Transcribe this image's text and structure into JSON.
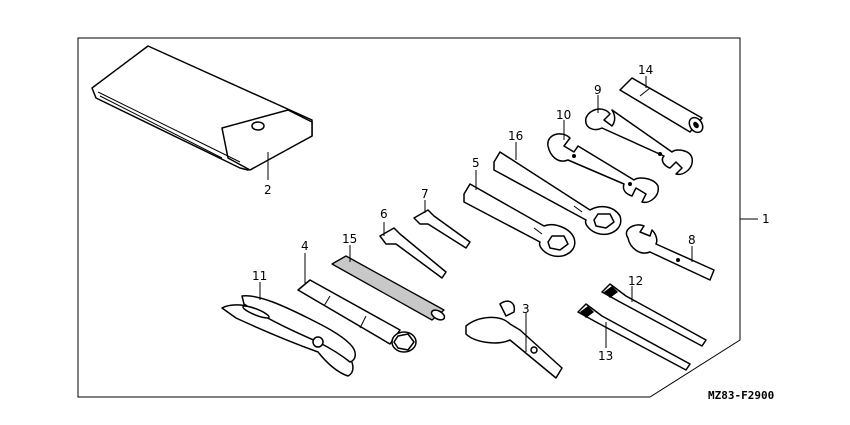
{
  "diagram_code": "MZ83-F2900",
  "callouts": {
    "c1": "1",
    "c2": "2",
    "c3": "3",
    "c4": "4",
    "c5": "5",
    "c6": "6",
    "c7": "7",
    "c8": "8",
    "c9": "9",
    "c10": "10",
    "c11": "11",
    "c12": "12",
    "c13": "13",
    "c14": "14",
    "c15": "15",
    "c16": "16"
  }
}
